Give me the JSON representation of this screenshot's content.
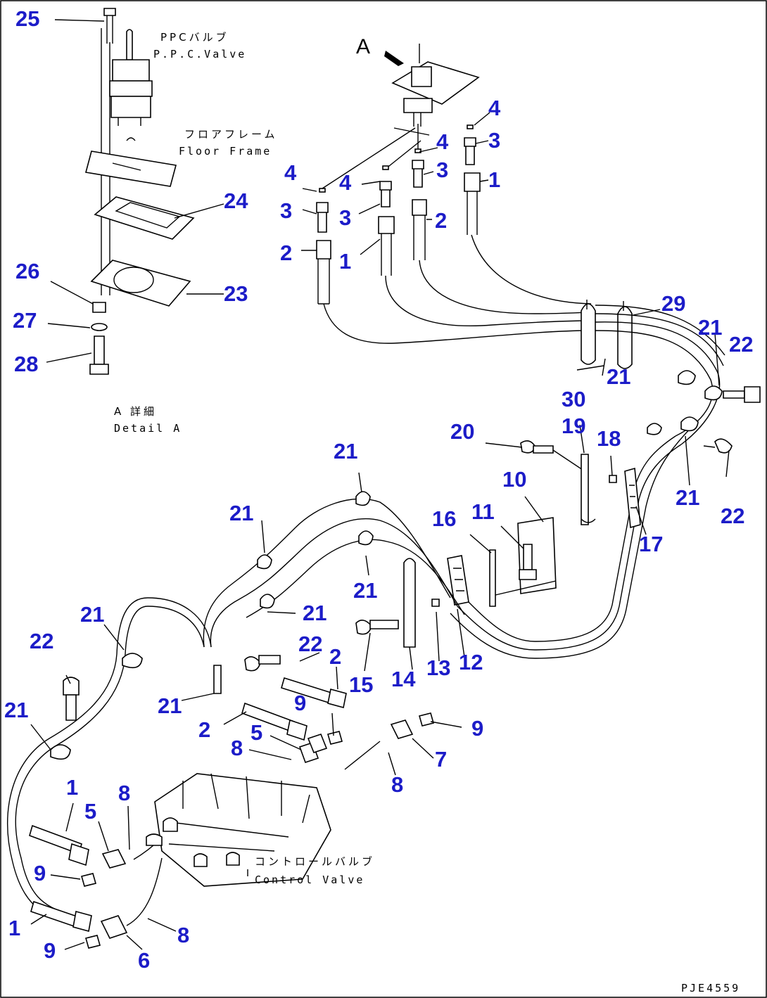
{
  "diagram": {
    "figure_code": "PJE4559",
    "detail_marker": "A",
    "captions": {
      "ppc_valve_jp": "PPCバルブ",
      "ppc_valve_en": "P.P.C.Valve",
      "floor_frame_jp": "フロアフレーム",
      "floor_frame_en": "Floor Frame",
      "detail_jp": "A 詳細",
      "detail_en": "Detail A",
      "control_valve_jp": "コントロールバルブ",
      "control_valve_en": "Control Valve"
    },
    "callouts": [
      "25",
      "24",
      "23",
      "26",
      "27",
      "28",
      "4",
      "3",
      "1",
      "4",
      "3",
      "2",
      "4",
      "3",
      "1",
      "4",
      "3",
      "2",
      "29",
      "21",
      "22",
      "21",
      "30",
      "20",
      "19",
      "18",
      "10",
      "11",
      "16",
      "21",
      "22",
      "17",
      "21",
      "21",
      "21",
      "21",
      "21",
      "22",
      "15",
      "14",
      "13",
      "12",
      "2",
      "21",
      "21",
      "22",
      "2",
      "9",
      "5",
      "8",
      "9",
      "7",
      "8",
      "1",
      "5",
      "8",
      "9",
      "1",
      "9",
      "6",
      "8"
    ]
  }
}
